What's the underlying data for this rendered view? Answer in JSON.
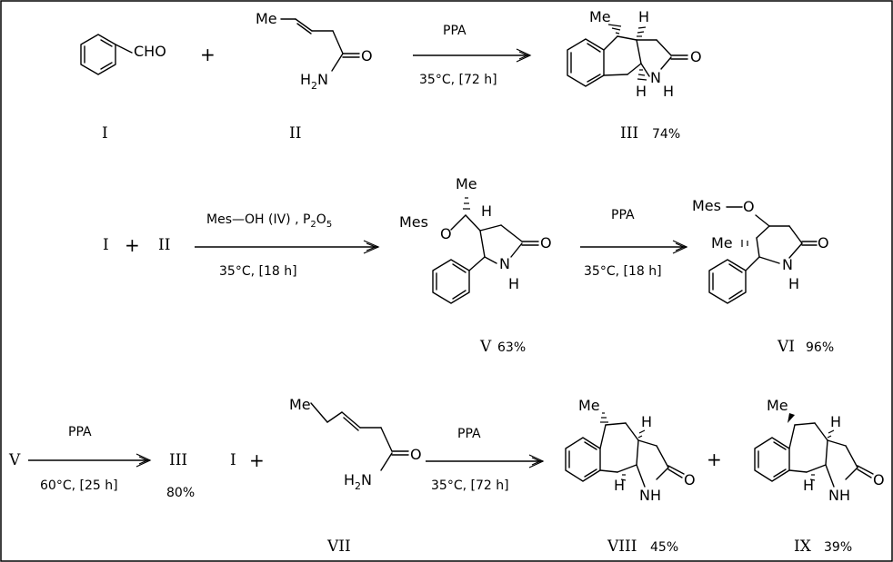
{
  "scheme": {
    "row1": {
      "reagent_I": "CHO",
      "plus": "+",
      "reagent_II_me": "Me",
      "reagent_II_o": "O",
      "reagent_II_nh2": "H2N",
      "arrow_above": "PPA",
      "arrow_below": "35°C, [72 h]",
      "product_me": "Me",
      "product_o": "O",
      "product_n": "N",
      "product_h_top": "H",
      "product_h_bottom": "H",
      "product_h_n": "H",
      "label_I": "I",
      "label_II": "II",
      "label_III": "III",
      "yield_III": "74%"
    },
    "row2": {
      "left_I": "I",
      "plus": "+",
      "left_II": "II",
      "arrow1_above": "Mes—OH  (IV) , P2O5",
      "arrow1_below": "35°C, [18 h]",
      "v_me": "Me",
      "v_mes": "Mes",
      "v_o_ether": "O",
      "v_h": "H",
      "v_o": "O",
      "v_n": "N",
      "v_nh": "H",
      "label_V": "V",
      "yield_V": "63%",
      "arrow2_above": "PPA",
      "arrow2_below": "35°C, [18 h]",
      "vi_mes": "Mes",
      "vi_o_ether": "O",
      "vi_me": "Me",
      "vi_o": "O",
      "vi_n": "N",
      "vi_nh": "H",
      "label_VI": "VI",
      "yield_VI": "96%"
    },
    "row3": {
      "left_V": "V",
      "arrow1_above": "PPA",
      "arrow1_below": "60°C, [25 h]",
      "prod_III": "III",
      "yield_III": "80%",
      "left_I": "I",
      "plus": "+",
      "vii_me": "Me",
      "vii_o": "O",
      "vii_nh2": "H2N",
      "label_VII": "VII",
      "arrow2_above": "PPA",
      "arrow2_below": "35°C, [72 h]",
      "viii_me": "Me",
      "viii_h_top": "H",
      "viii_h_bottom": "H",
      "viii_nh": "NH",
      "viii_o": "O",
      "label_VIII": "VIII",
      "yield_VIII": "45%",
      "plus2": "+",
      "ix_me": "Me",
      "ix_h_top": "H",
      "ix_h_bottom": "H",
      "ix_nh": "NH",
      "ix_o": "O",
      "label_IX": "IX",
      "yield_IX": "39%"
    }
  }
}
